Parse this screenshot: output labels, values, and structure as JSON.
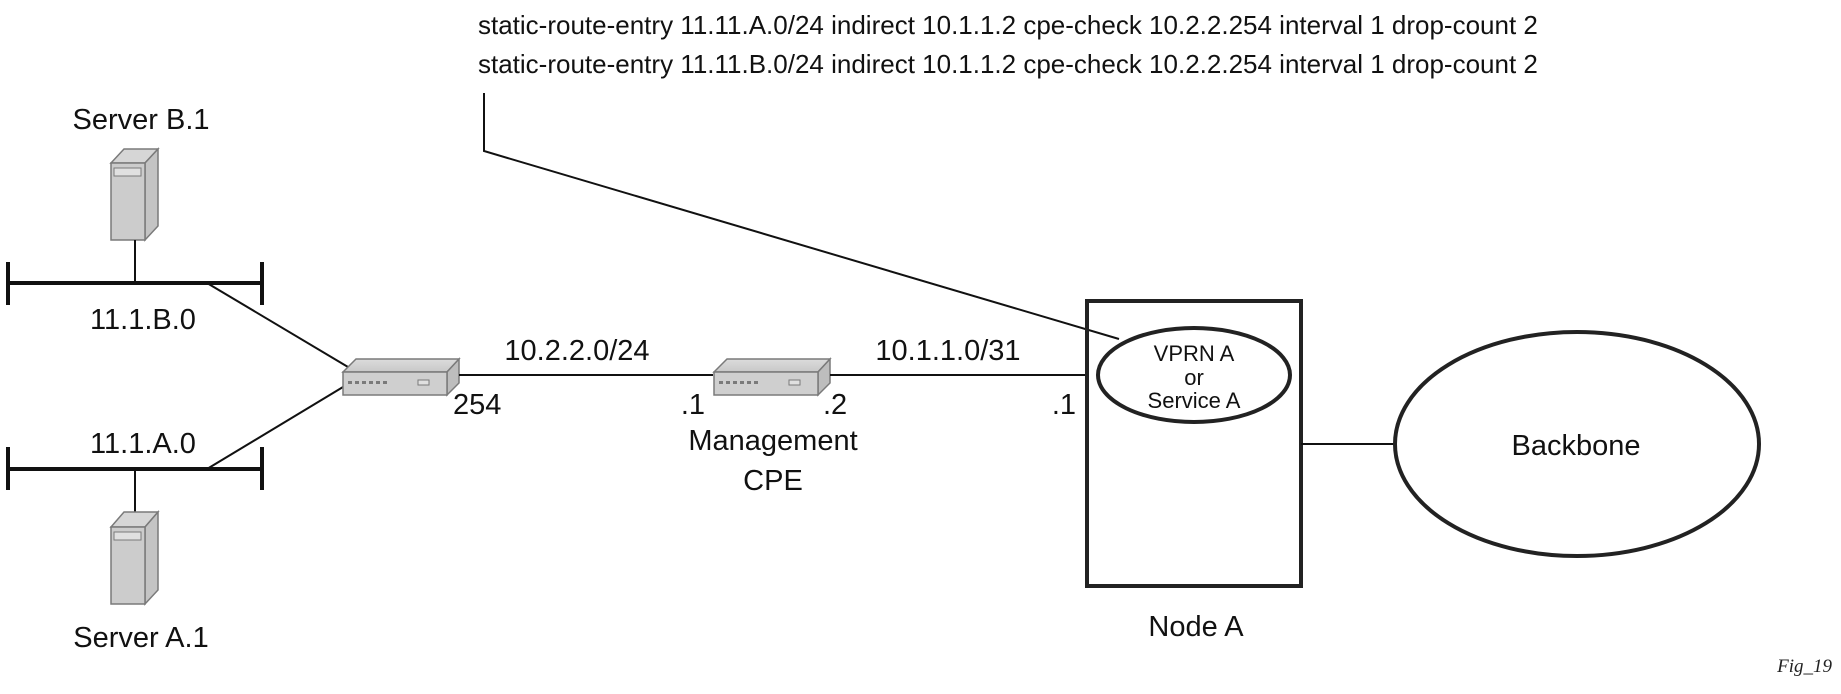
{
  "config_lines": [
    "static-route-entry 11.11.A.0/24 indirect 10.1.1.2 cpe-check 10.2.2.254 interval 1 drop-count 2",
    "static-route-entry 11.11.B.0/24 indirect 10.1.1.2 cpe-check 10.2.2.254 interval 1 drop-count 2"
  ],
  "servers": {
    "b": {
      "label": "Server B.1"
    },
    "a": {
      "label": "Server A.1"
    }
  },
  "subnets": {
    "b": "11.1.B.0",
    "a": "11.1.A.0"
  },
  "links": {
    "mgmt": {
      "subnet": "10.2.2.0/24",
      "left_addr": "254",
      "right_addr": ".1"
    },
    "node": {
      "subnet": "10.1.1.0/31",
      "left_addr": ".2",
      "right_addr": ".1"
    }
  },
  "cpe": {
    "label_line1": "Management",
    "label_line2": "CPE"
  },
  "node": {
    "label": "Node A",
    "service_line1": "VPRN A",
    "service_line2": "or",
    "service_line3": "Service A"
  },
  "backbone": {
    "label": "Backbone"
  },
  "figure_id": "Fig_19",
  "colors": {
    "device_fill": "#cfcfcf",
    "device_stroke": "#7a7a7a",
    "line": "#111111"
  }
}
